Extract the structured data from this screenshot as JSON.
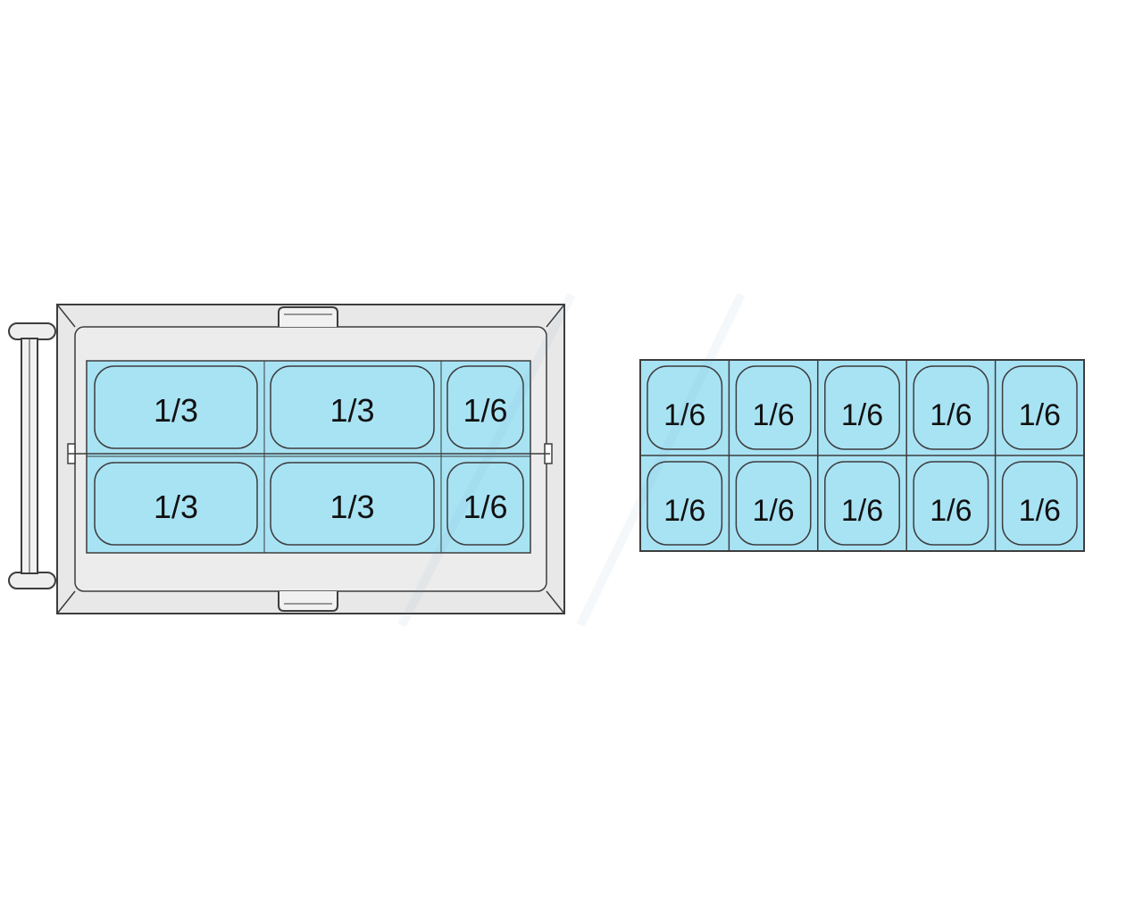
{
  "colors": {
    "pan_fill": "#a8e3f4",
    "well_fill": "#e9e9e9",
    "outline": "#3d3d3d",
    "background": "#ffffff"
  },
  "left_unit": {
    "pans_row1": [
      "1/3",
      "1/3",
      "1/6"
    ],
    "pans_row2": [
      "1/3",
      "1/3",
      "1/6"
    ]
  },
  "right_unit": {
    "pans_row1": [
      "1/6",
      "1/6",
      "1/6",
      "1/6",
      "1/6"
    ],
    "pans_row2": [
      "1/6",
      "1/6",
      "1/6",
      "1/6",
      "1/6"
    ]
  }
}
